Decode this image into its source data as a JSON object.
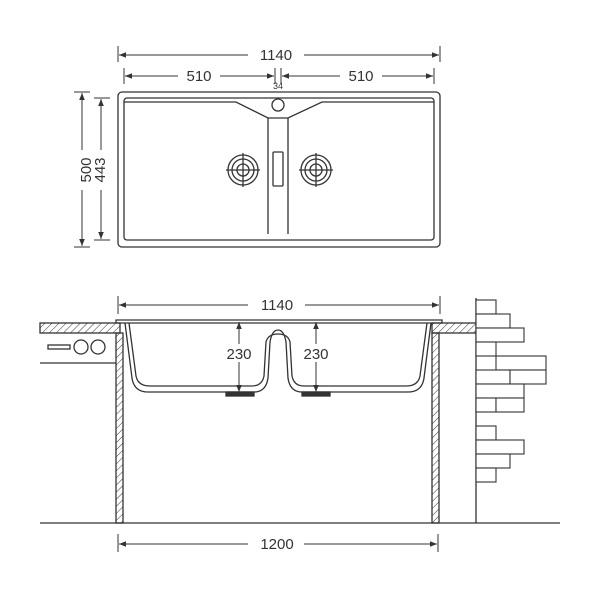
{
  "drawing": {
    "top_view": {
      "overall_width": "1140",
      "bowl_left_width": "510",
      "bowl_right_width": "510",
      "center_gap": "34",
      "overall_depth": "500",
      "bowl_depth": "443"
    },
    "section_view": {
      "overall_width": "1140",
      "bowl_left_depth": "230",
      "bowl_right_depth": "230",
      "cabinet_width": "1200"
    },
    "colors": {
      "line": "#333333",
      "background": "#ffffff"
    }
  }
}
